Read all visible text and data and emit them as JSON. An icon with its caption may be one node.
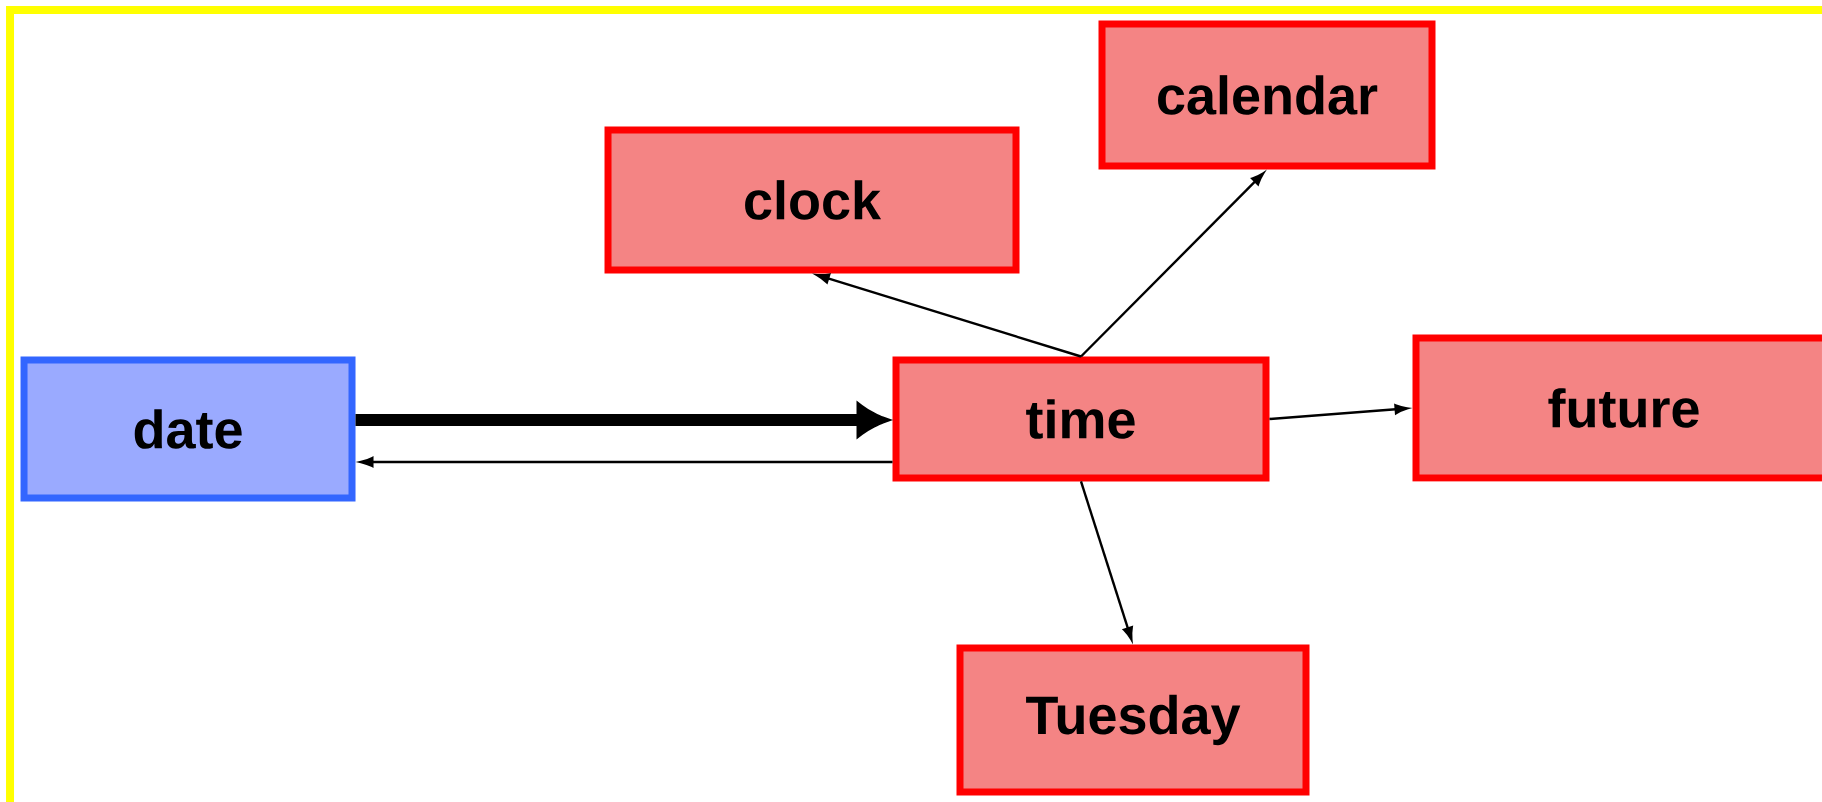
{
  "diagram": {
    "nodes": [
      {
        "text": [
          "date"
        ]
      },
      {
        "text": [
          "time"
        ]
      },
      {
        "text": [
          "clock"
        ]
      },
      {
        "text": [
          "calendar"
        ]
      },
      {
        "text": [
          "future"
        ]
      },
      {
        "text": [
          "Tuesday"
        ]
      }
    ],
    "edges": [
      {
        "from": 0,
        "to": 1,
        "arrow": "to",
        "style": "thick"
      },
      {
        "from": 1,
        "to": 0,
        "arrow": "to"
      },
      {
        "from": 1,
        "to": 2,
        "arrow": "to"
      },
      {
        "from": 1,
        "to": 3,
        "arrow": "to"
      },
      {
        "from": 1,
        "to": 4,
        "arrow": "to"
      },
      {
        "from": 1,
        "to": 5,
        "arrow": "to"
      }
    ]
  }
}
